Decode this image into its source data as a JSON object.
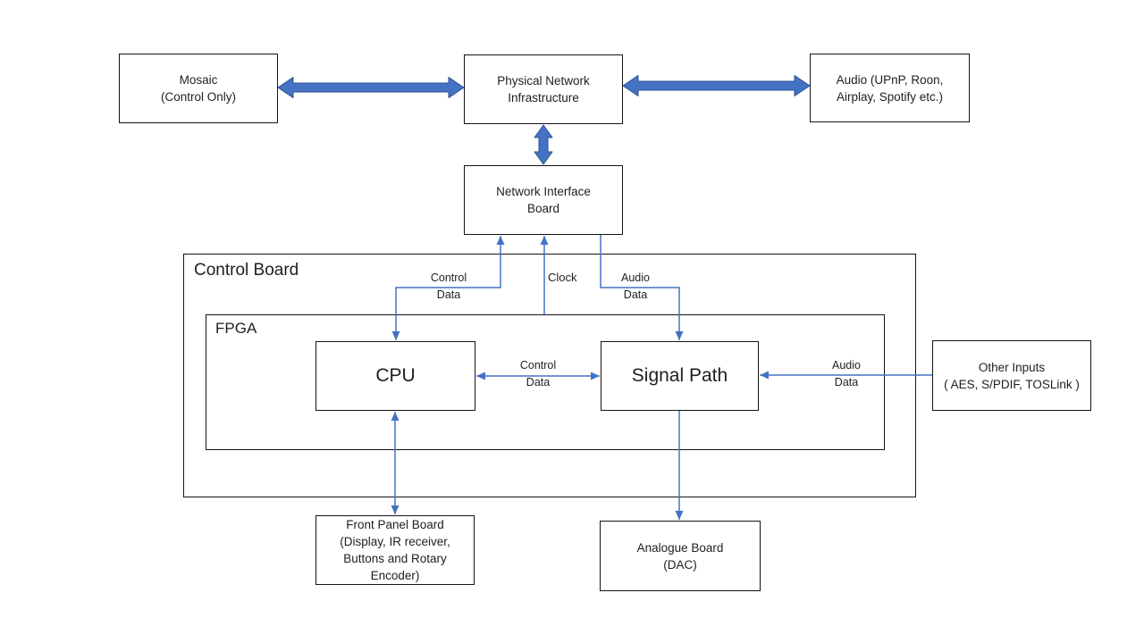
{
  "nodes": {
    "mosaic": "Mosaic\n(Control Only)",
    "physical_network": "Physical Network\nInfrastructure",
    "audio_sources": "Audio (UPnP, Roon,\nAirplay, Spotify etc.)",
    "network_interface": "Network Interface\nBoard",
    "control_board": "Control Board",
    "fpga": "FPGA",
    "cpu": "CPU",
    "signal_path": "Signal Path",
    "other_inputs": "Other Inputs\n( AES, S/PDIF, TOSLink )",
    "front_panel": "Front Panel Board\n(Display, IR receiver,\nButtons and Rotary\nEncoder)",
    "analogue_board": "Analogue Board\n(DAC)"
  },
  "connector_labels": {
    "control_data_top": "Control\nData",
    "clock": "Clock",
    "audio_data_top": "Audio\nData",
    "control_data_mid": "Control\nData",
    "audio_data_right": "Audio\nData"
  },
  "colors": {
    "connector_blue": "#4472C4",
    "thick_arrow_border": "#2F528F",
    "box_border": "#141414",
    "text": "#1F1F1F"
  }
}
